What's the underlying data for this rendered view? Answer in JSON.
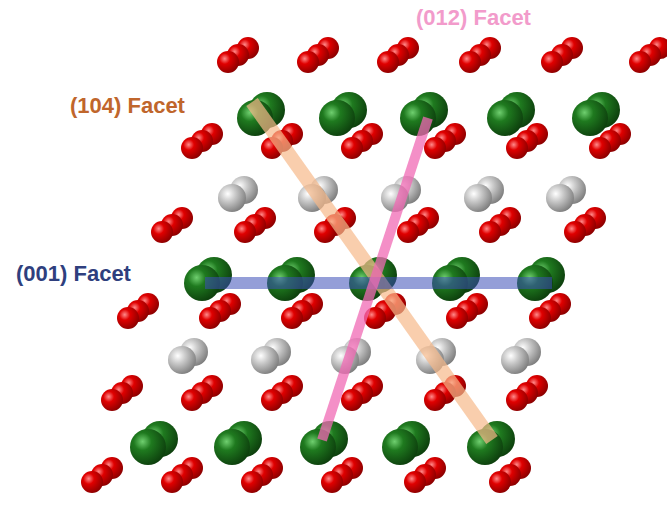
{
  "diagram": {
    "labels": [
      "(104) Facet",
      "(012) Facet",
      "(001) Facet"
    ]
  }
}
